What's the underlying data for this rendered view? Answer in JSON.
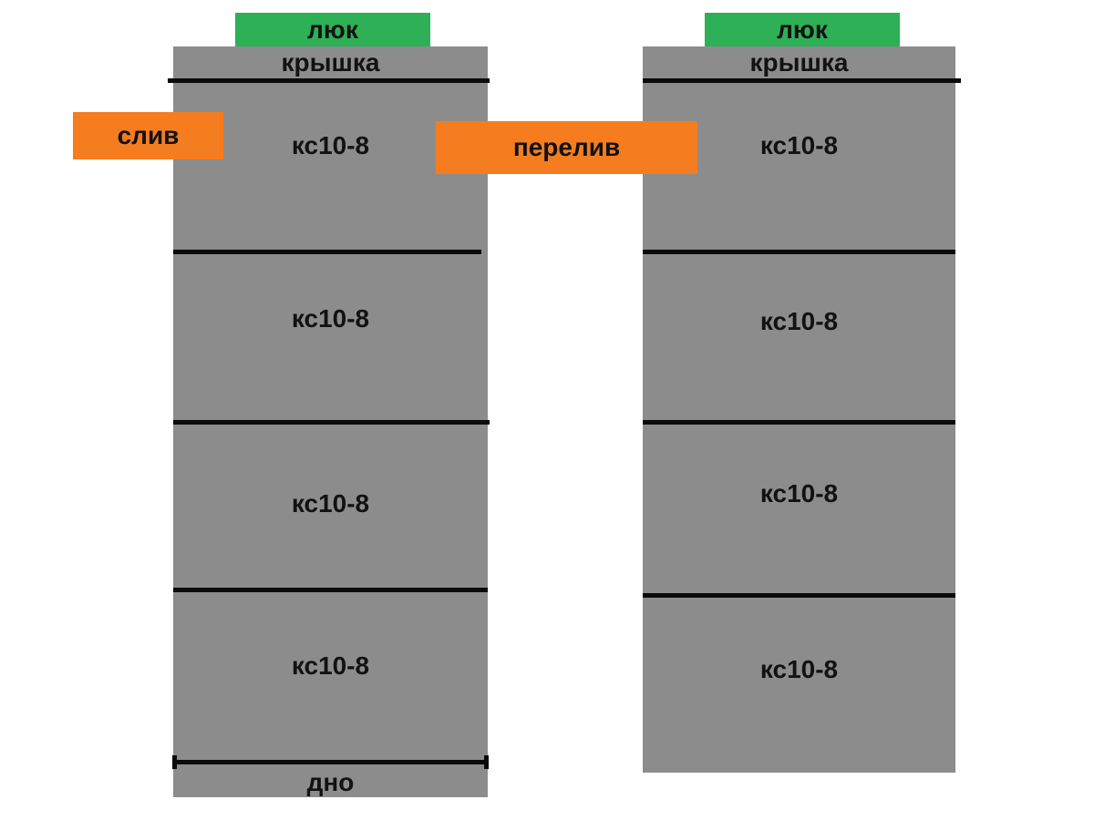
{
  "colors": {
    "green": "#2db056",
    "orange": "#f57d1f",
    "gray": "#8c8c8c",
    "line": "#0b0b0b",
    "text": "#121212"
  },
  "wells": [
    {
      "hatch_label": "люк",
      "cover_label": "крышка",
      "rings": [
        "кс10-8",
        "кс10-8",
        "кс10-8",
        "кс10-8"
      ],
      "bottom_label": "дно"
    },
    {
      "hatch_label": "люк",
      "cover_label": "крышка",
      "rings": [
        "кс10-8",
        "кс10-8",
        "кс10-8",
        "кс10-8"
      ]
    }
  ],
  "callouts": {
    "drain": "слив",
    "overflow": "перелив"
  }
}
